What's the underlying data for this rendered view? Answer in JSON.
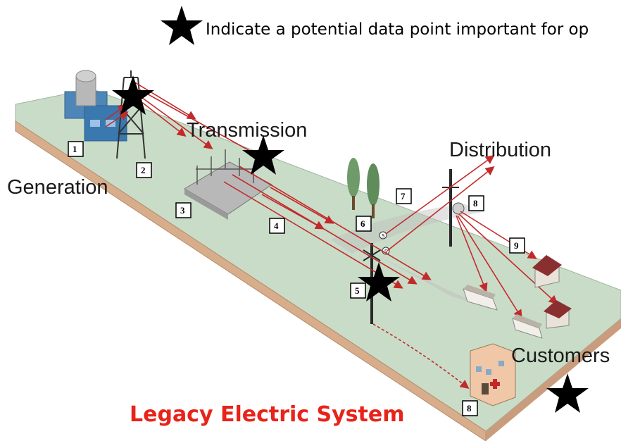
{
  "legend": {
    "icon": "star-icon",
    "text": "Indicate a potential data point important for op"
  },
  "labels": {
    "generation": "Generation",
    "transmission": "Transmission",
    "distribution": "Distribution",
    "customers": "Customers"
  },
  "title": {
    "text": "Legacy Electric System",
    "color": "#e8231a"
  },
  "numbered_boxes": [
    "1",
    "2",
    "3",
    "4",
    "5",
    "6",
    "7",
    "8",
    "8",
    "9"
  ],
  "meter_marks": [
    "S",
    "S"
  ],
  "colors": {
    "ground_top": "#c9dcc8",
    "ground_side": "#d4a98a",
    "power_line": "#c22a2a",
    "star": "#000000"
  }
}
